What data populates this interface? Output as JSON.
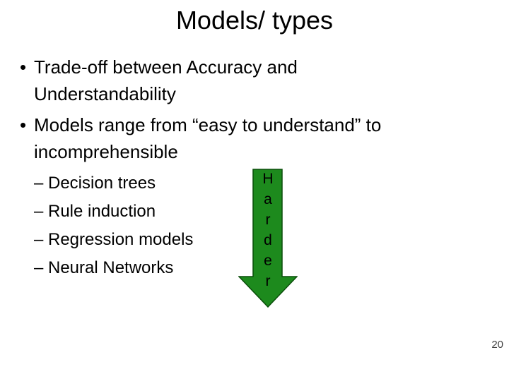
{
  "slide": {
    "title": "Models/ types",
    "bullet_char": "•",
    "dash_char": "–",
    "bullets": [
      "Trade-off between Accuracy and\nUnderstandability",
      "Models range from “easy to understand” to\nincomprehensible"
    ],
    "sub_bullets": [
      "Decision trees",
      "Rule induction",
      "Regression models",
      "Neural Networks"
    ],
    "arrow": {
      "letters": [
        "H",
        "a",
        "r",
        "d",
        "e",
        "r"
      ],
      "fill": "#1d8a1d",
      "stroke": "#0a4d0a",
      "text_color": "#000000"
    },
    "page_number": "20",
    "colors": {
      "background": "#ffffff",
      "text": "#000000",
      "page_number": "#404040"
    }
  }
}
